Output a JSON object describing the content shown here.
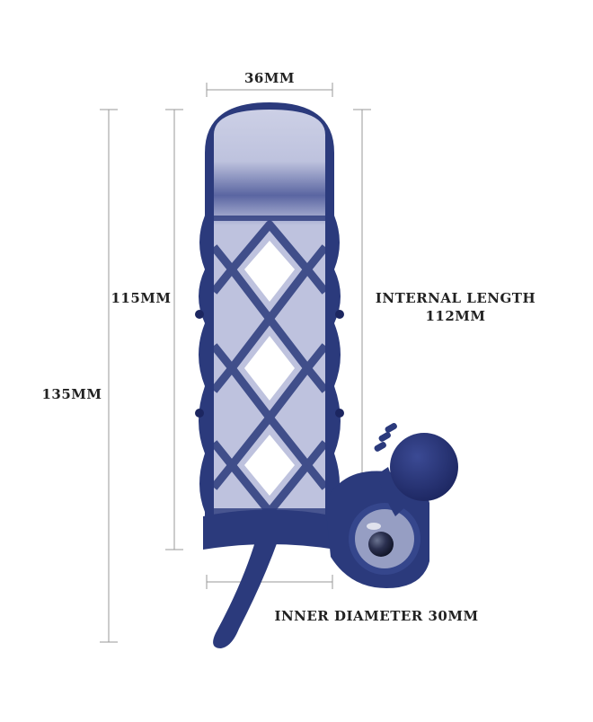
{
  "labels": {
    "width_top": "36MM",
    "inner_length": "115MM",
    "total_length": "135MM",
    "internal_length_line1": "INTERNAL LENGTH",
    "internal_length_line2": "112MM",
    "inner_diameter": "INNER DIAMETER 30MM"
  },
  "colors": {
    "product_blue": "#2b3a7c",
    "product_dark": "#1c2660",
    "clear_sleeve": "#c9cde4",
    "dimension_line": "#9a9a9a",
    "text": "#222222"
  },
  "icons": {
    "product": "penis-sleeve-with-vibrating-ring"
  }
}
